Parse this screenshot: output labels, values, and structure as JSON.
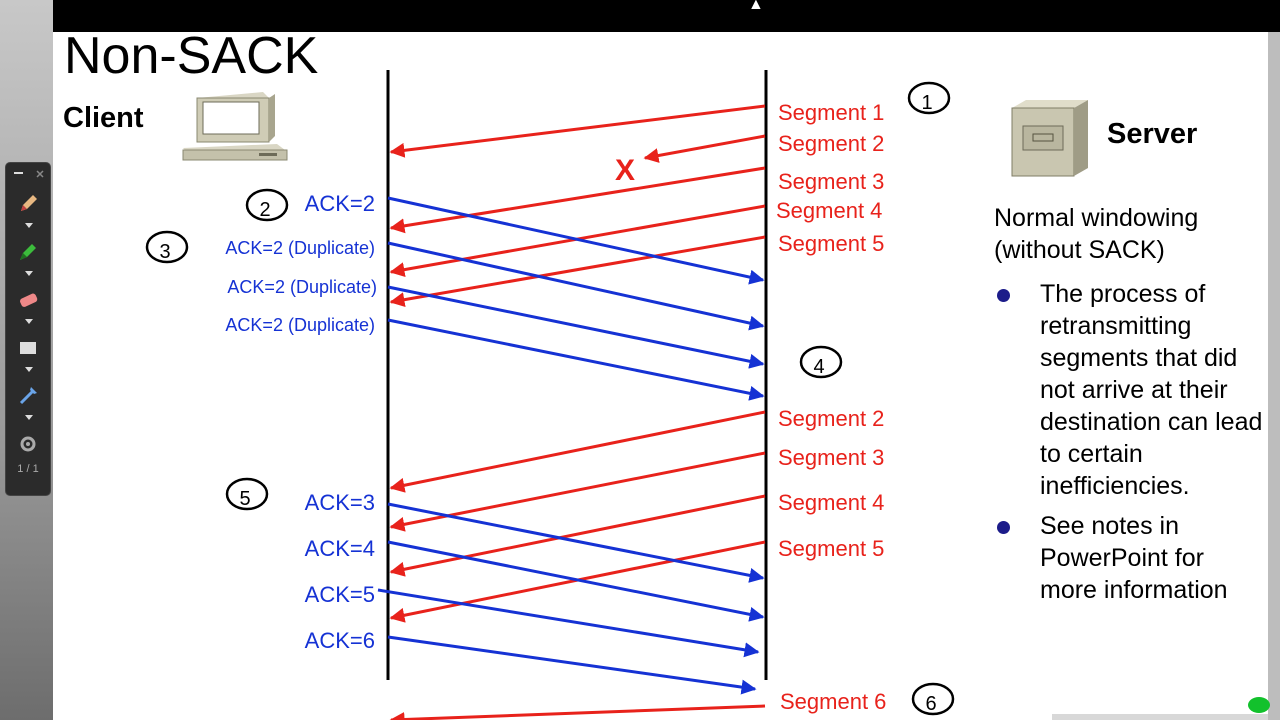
{
  "slide": {
    "title": "Non-SACK",
    "client_label": "Client",
    "server_label": "Server"
  },
  "notes": {
    "heading": "Normal windowing (without SACK)",
    "bullets": [
      "The process of retransmitting segments that did not arrive at their destination can lead to certain inefficiencies.",
      "See notes in PowerPoint for more information"
    ]
  },
  "lost_marker": "X",
  "segment_labels": [
    "Segment 1",
    "Segment 2",
    "Segment 3",
    "Segment 4",
    "Segment 5",
    "Segment 2",
    "Segment 3",
    "Segment 4",
    "Segment 5",
    "Segment 6"
  ],
  "ack_labels": [
    "ACK=2",
    "ACK=2 (Duplicate)",
    "ACK=2 (Duplicate)",
    "ACK=2 (Duplicate)",
    "ACK=3",
    "ACK=4",
    "ACK=5",
    "ACK=6"
  ],
  "step_numbers": [
    "1",
    "2",
    "3",
    "4",
    "5",
    "6"
  ],
  "toolbar": {
    "page_indicator": "1 / 1"
  },
  "colors": {
    "segment": "#e8221b",
    "ack": "#1532d4",
    "timeline": "#000000",
    "bullet": "#1c1c8a",
    "accent_green": "#12c12c"
  },
  "icons": [
    "client-computer-icon",
    "server-cabinet-icon",
    "pencil-icon",
    "highlighter-icon",
    "eraser-icon",
    "rectangle-icon",
    "pointer-icon",
    "gear-icon"
  ]
}
